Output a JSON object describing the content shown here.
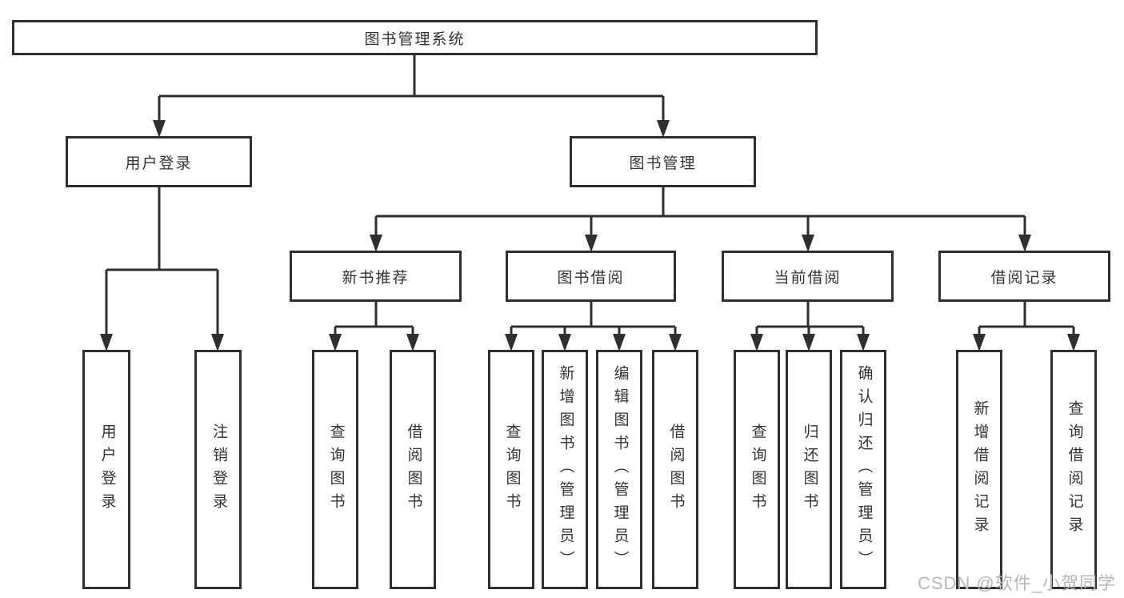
{
  "watermark": "CSDN @软件_小贺同学",
  "colors": {
    "line": "#2f2f2f",
    "text": "#333333",
    "watermark": "#b7b7b7",
    "background": "#ffffff"
  },
  "diagram": {
    "type": "tree",
    "root": {
      "label": "图书管理系统"
    },
    "branches": [
      {
        "label": "用户登录",
        "children": [
          {
            "label": "用户登录"
          },
          {
            "label": "注销登录"
          }
        ]
      },
      {
        "label": "图书管理",
        "children": [
          {
            "label": "新书推荐",
            "children": [
              {
                "label": "查询图书"
              },
              {
                "label": "借阅图书"
              }
            ]
          },
          {
            "label": "图书借阅",
            "children": [
              {
                "label": "查询图书"
              },
              {
                "label": "新增图书（管理员）"
              },
              {
                "label": "编辑图书（管理员）"
              },
              {
                "label": "借阅图书"
              }
            ]
          },
          {
            "label": "当前借阅",
            "children": [
              {
                "label": "查询图书"
              },
              {
                "label": "归还图书"
              },
              {
                "label": "确认归还（管理员）"
              }
            ]
          },
          {
            "label": "借阅记录",
            "children": [
              {
                "label": "新增借阅记录"
              },
              {
                "label": "查询借阅记录"
              }
            ]
          }
        ]
      }
    ]
  }
}
